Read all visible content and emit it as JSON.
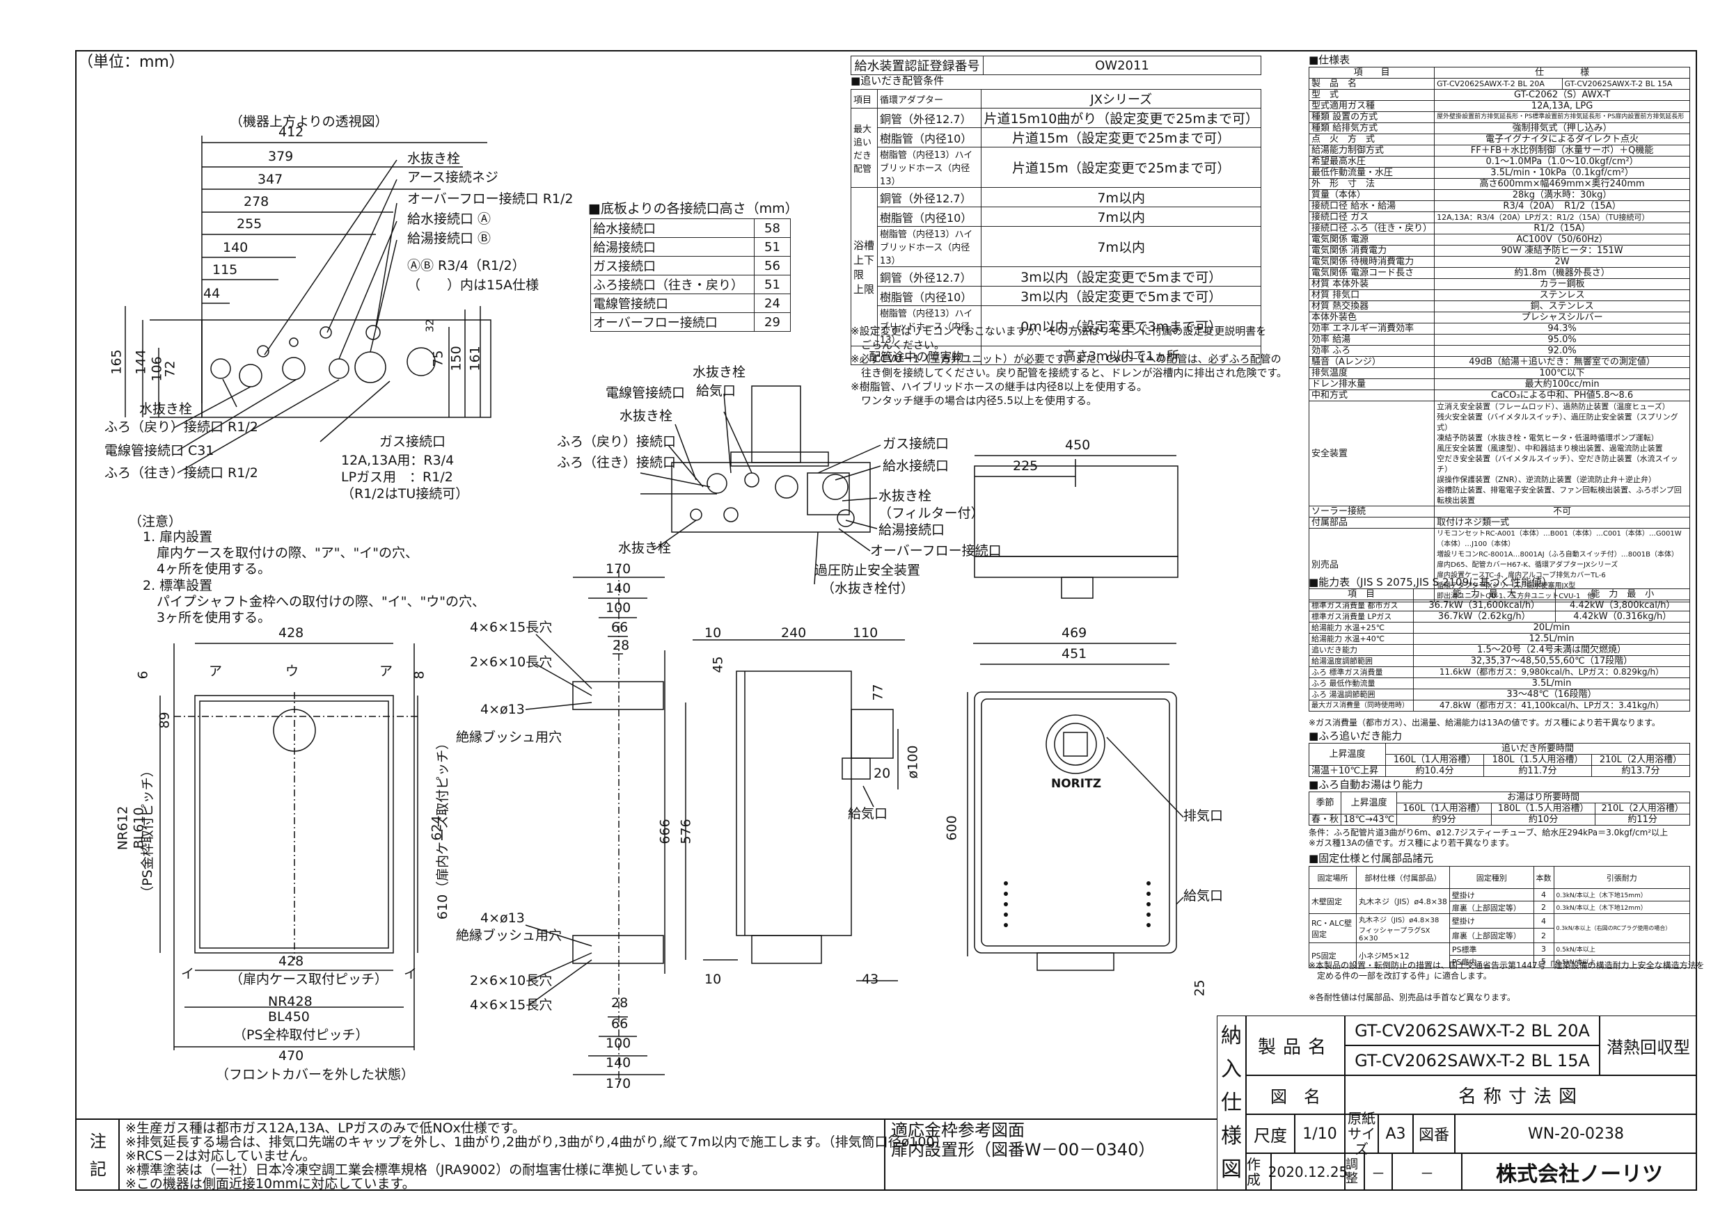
{
  "unit_label": "（単位：mm）",
  "top_view": {
    "title": "（機器上方よりの透視図）",
    "dims_h": [
      "412",
      "379",
      "347",
      "278",
      "255",
      "140",
      "115",
      "44"
    ],
    "dims_v": [
      "165",
      "144",
      "106",
      "72",
      "32",
      "75",
      "150",
      "161"
    ],
    "labels": [
      "水抜き栓",
      "アース接続ネジ",
      "オーバーフロー接続口 R1/2",
      "給水接続口 Ⓐ",
      "給湯接続口 Ⓑ",
      "ⒶⒷ R3/4（R1/2）",
      "（　　）内は15A仕様",
      "水抜き栓",
      "ふろ（戻り）接続口 R1/2",
      "電線管接続口 C31",
      "ふろ（往き）接続口 R1/2",
      "ガス接続口",
      "12A,13A用：R3/4",
      "LPガス用　：R1/2",
      "（R1/2はTU接続可）"
    ]
  },
  "notes_left": {
    "title": "（注意）",
    "lines": [
      "1. 扉内設置",
      "扉内ケースを取付けの際、\"ア\"、\"イ\"の穴、",
      "4ヶ所を使用する。",
      "2. 標準設置",
      "パイプシャフト金枠への取付けの際、\"イ\"、\"ウ\"の穴、",
      "3ヶ所を使用する。"
    ]
  },
  "bottom_heights": {
    "title": "■底板よりの各接続口高さ（mm）",
    "rows": [
      [
        "給水接続口",
        "58"
      ],
      [
        "給湯接続口",
        "51"
      ],
      [
        "ガス接続口",
        "56"
      ],
      [
        "ふろ接続口（往き・戻り）",
        "51"
      ],
      [
        "電線管接続口",
        "24"
      ],
      [
        "オーバーフロー接続口",
        "29"
      ]
    ]
  },
  "oidaki": {
    "reg_label": "給水装置認証登録番号",
    "reg_value": "OW2011",
    "title": "■追いだき配管条件",
    "header": [
      "項目",
      "循環アダプター",
      "JXシリーズ"
    ],
    "rows": [
      [
        "最大追いだき配管",
        "銅管（外径12.7）",
        "片道15m10曲がり（設定変更で25mまで可）"
      ],
      [
        "",
        "樹脂管（内径10）",
        "片道15m（設定変更で25mまで可）"
      ],
      [
        "",
        "樹脂管（内径13）ハイブリッドホース（内径13）",
        "片道15m（設定変更で25mまで可）"
      ],
      [
        "浴槽上下限 上限",
        "銅管（外径12.7）",
        "7m以内"
      ],
      [
        "",
        "樹脂管（内径10）",
        "7m以内"
      ],
      [
        "",
        "樹脂管（内径13）ハイブリッドホース（内径13）",
        "7m以内"
      ],
      [
        "下限",
        "銅管（外径12.7）",
        "3m以内（設定変更で5mまで可）"
      ],
      [
        "",
        "樹脂管（内径10）",
        "3m以内（設定変更で5mまで可）"
      ],
      [
        "",
        "樹脂管（内径13）ハイブリッドホース（内径13）",
        "0m以内（設定変更で3mまで可）"
      ],
      [
        "配管途中の障害物",
        "",
        "高さ3m以内で1ヵ所"
      ]
    ],
    "notes": [
      "※設定変更はリモコンでおこないますが、その方法はリモコンに付属の設定変更説明書を",
      "　ごらんください。",
      "※必ずCVU－1（三方弁ユニット）が必要です。また、CVU－1への配管は、必ずふろ配管の",
      "　往き側を接続してください。戻り配管を接続すると、ドレンが浴槽内に排出され危険です。",
      "※樹脂管、ハイブリッドホースの継手は内径8以上を使用する。",
      "　ワンタッチ継手の場合は内径5.5以上を使用する。"
    ]
  },
  "front_labels": [
    "水抜き栓",
    "給気口",
    "電線管接続口",
    "水抜き栓",
    "ふろ（戻り）接続口",
    "ふろ（往き）接続口",
    "ガス接続口",
    "給水接続口",
    "水抜き栓",
    "（フィルター付）",
    "給湯接続口",
    "水抜き栓",
    "オーバーフロー接続口",
    "過圧防止安全装置",
    "（水抜き栓付）"
  ],
  "top_right_dims": [
    "450",
    "225"
  ],
  "case_view": {
    "dims": [
      "428",
      "6",
      "8",
      "89",
      "NR612",
      "BL610",
      "（PS金枠取付ピッチ）",
      "610（扉内ケース取付ピッチ）",
      "624",
      "428",
      "（扉内ケース取付ピッチ）",
      "NR428",
      "BL450",
      "（PS全枠取付ピッチ）",
      "470",
      "（フロントカバーを外した状態）"
    ],
    "marks": [
      "ア",
      "ウ",
      "ア",
      "イ",
      "イ"
    ]
  },
  "bracket_view": {
    "dims": [
      "170",
      "140",
      "100",
      "66",
      "28",
      "28",
      "66",
      "100",
      "140",
      "170"
    ],
    "labels": [
      "4×6×15長穴",
      "2×6×10長穴",
      "4×ø13",
      "絶縁ブッシュ用穴",
      "4×ø13",
      "絶縁ブッシュ用穴",
      "2×6×10長穴",
      "4×6×15長穴"
    ]
  },
  "side_view": {
    "dims": [
      "10",
      "240",
      "110",
      "45",
      "77",
      "ø100",
      "20",
      "666",
      "576",
      "10",
      "43"
    ],
    "labels": [
      "給気口"
    ]
  },
  "front_view": {
    "dims": [
      "469",
      "451",
      "600",
      "25"
    ],
    "labels": [
      "排気口",
      "給気口"
    ],
    "brand": "NORITZ"
  },
  "spec": {
    "title": "■仕様表",
    "header": [
      "項　　目",
      "仕　　　　様"
    ],
    "models": [
      "GT-CV2062SAWX-T-2 BL 20A",
      "GT-CV2062SAWX-T-2 BL 15A"
    ],
    "rows": [
      [
        "製　品　名",
        "GT-CV2062SAWX-T-2 BL 20A | GT-CV2062SAWX-T-2 BL 15A"
      ],
      [
        "型　式",
        "GT-C2062（S）AWX-T"
      ],
      [
        "型式適用ガス種",
        "12A,13A, LPG"
      ],
      [
        "種類 設置の方式",
        "屋外壁掛設置前方排気延長形・PS標準設置前方排気延長形・PS扉内設置前方排気延長形"
      ],
      [
        "種類 給排気方式",
        "強制排気式（押し込み）"
      ],
      [
        "点　火　方　式",
        "電子イグナイタによるダイレクト点火"
      ],
      [
        "給湯能力制御方式",
        "FF＋FB＋水比例制御（水量サーボ）＋Q機能"
      ],
      [
        "希望最高水圧",
        "0.1～1.0MPa（1.0～10.0kgf/cm²）"
      ],
      [
        "最低作動流量・水圧",
        "3.5L/min・10kPa（0.1kgf/cm²）"
      ],
      [
        "外　形　寸　法",
        "高さ600mm×幅469mm×奥行240mm"
      ],
      [
        "質量（本体）",
        "28kg（満水時：30kg）"
      ],
      [
        "接続口径 給水・給湯",
        "R3/4（20A）　R1/2（15A）"
      ],
      [
        "接続口径 ガス",
        "12A,13A：R3/4（20A）LPガス：R1/2（15A）（TU接続可）"
      ],
      [
        "接続口径 ふろ（往き・戻り）",
        "R1/2（15A）"
      ],
      [
        "電気関係 電源",
        "AC100V（50/60Hz）"
      ],
      [
        "電気関係 消費電力",
        "90W 凍結予防ヒータ：151W"
      ],
      [
        "電気関係 待機時消費電力",
        "2W"
      ],
      [
        "電気関係 電源コード長さ",
        "約1.8m（機器外長さ）"
      ],
      [
        "材質 本体外装",
        "カラー鋼板"
      ],
      [
        "材質 排気口",
        "ステンレス"
      ],
      [
        "材質 熱交換器",
        "銅、ステンレス"
      ],
      [
        "本体外装色",
        "プレシャスシルバー"
      ],
      [
        "効率 エネルギー消費効率",
        "94.3%"
      ],
      [
        "効率 給湯",
        "95.0%"
      ],
      [
        "効率 ふろ",
        "92.0%"
      ],
      [
        "騒音（Aレンジ）",
        "49dB（給湯＋追いだき：無響室での測定値）"
      ],
      [
        "排気温度",
        "100℃以下"
      ],
      [
        "ドレン排水量",
        "最大約100cc/min"
      ],
      [
        "中和方式",
        "CaCO₃による中和、PH値5.8～8.6"
      ],
      [
        "安全装置",
        "立消え安全装置（フレームロッド）、過熱防止装置（温度ヒューズ）|残火安全装置（バイメタルスイッチ）、過圧防止安全装置（スプリング式）|凍結予防装置（水抜き栓・電気ヒータ・低温時循環ポンプ運転）|風圧安全装置（風速型）、中和器詰まり検出装置、過電流防止装置|空だき安全装置（バイメタルスイッチ）、空だき防止装置（水流スイッチ）|誤操作保護装置（ZNR）、逆流防止装置（逆流防止弁＋逆止弁）|浴槽防止装置、排電電子安全装置、ファン回転検出装置、ふろポンプ回転検出装置"
      ],
      [
        "ソーラー接続",
        "不可"
      ],
      [
        "付属部品",
        "取付けネジ類一式"
      ],
      [
        "別売品",
        "リモコンセットRC-A001（本体）…B001（本体）…C001（本体）…G001W（本体）…J100（本体）|増設リモコンRC-8001A…8001AJ（ふろ自動スイッチ付）…8001B（本体）|扉内D65、配管カバーH67-K、循環アダプターJXシリーズ|扉内設置ケースTC-4、扉内アルコーブ排気カバーTL-6|循環アダプターJXシリーズ、高水梗塞用JX型|即出湯ユニットQU-1、三方弁ユニットCVU-1　他"
      ]
    ]
  },
  "capacity": {
    "title": "■能力表（JIS S 2075,JIS S 2109に基づく性能値）",
    "header": [
      "項　目",
      "能　力　最　大",
      "能　力　最　小"
    ],
    "rows": [
      [
        "標準ガス消費量 都市ガス",
        "36.7kW（31,600kcal/h）",
        "4.42kW（3,800kcal/h）"
      ],
      [
        "標準ガス消費量 LPガス",
        "36.7kW（2.62kg/h）",
        "4.42kW（0.316kg/h）"
      ],
      [
        "給湯能力 水温+25℃",
        "20L/min",
        ""
      ],
      [
        "給湯能力 水温+40℃",
        "12.5L/min",
        ""
      ],
      [
        "追いだき能力",
        "1.5～20号（2.4号未満は間欠燃焼）",
        ""
      ],
      [
        "給湯温度調節範囲",
        "32,35,37～48,50,55,60℃（17段階）",
        ""
      ],
      [
        "ふろ 標準ガス消費量",
        "11.6kW（都市ガス：9,980kcal/h、LPガス：0.829kg/h）",
        ""
      ],
      [
        "ふろ 最低作動流量",
        "3.5L/min",
        ""
      ],
      [
        "ふろ 湯温調節範囲",
        "33～48℃（16段階）",
        ""
      ],
      [
        "最大ガス消費量（同時使用時）",
        "47.8kW（都市ガス：41,100kcal/h、LPガス：3.41kg/h）",
        ""
      ]
    ],
    "note": "※ガス消費量（都市ガス）、出湯量、給湯能力は13Aの値です。ガス種により若干異なります。"
  },
  "oidaki_time": {
    "title": "■ふろ追いだき能力",
    "header": [
      "上昇温度",
      "追いだき所要時間"
    ],
    "cols": [
      "160L（1人用浴槽）",
      "180L（1.5人用浴槽）",
      "210L（2人用浴槽）"
    ],
    "row": [
      "湯温＋10℃上昇",
      "約10.4分",
      "約11.7分",
      "約13.7分"
    ]
  },
  "auto_fill": {
    "title": "■ふろ自動お湯はり能力",
    "header": [
      "季節",
      "上昇温度",
      "お湯はり所要時間"
    ],
    "cols": [
      "160L（1人用浴槽）",
      "180L（1.5人用浴槽）",
      "210L（2人用浴槽）"
    ],
    "row": [
      "春・秋",
      "18℃→43℃",
      "約9分",
      "約10分",
      "約11分"
    ],
    "notes": [
      "条件：ふろ配管片道3曲がり6m、ø12.7ジスティーチューブ、給水圧294kPa＝3.0kgf/cm²以上",
      "※ガス種13Aの値です。ガス種により若干異なります。"
    ]
  },
  "fixing": {
    "title": "■固定仕様と付属部品諸元",
    "header": [
      "固定場所",
      "部材仕様（付属部品）",
      "固定種別",
      "本数",
      "引張耐力"
    ],
    "rows": [
      [
        "木壁固定",
        "丸木ネジ（JIS）ø4.8×38",
        "壁掛け",
        "4",
        "0.3kN/本以上（木下地15mm）"
      ],
      [
        "",
        "",
        "扉裏（上部固定等）",
        "2",
        "0.3kN/本以上（木下地12mm）"
      ],
      [
        "RC・ALC壁固定",
        "丸木ネジ（JIS）ø4.8×38 フィッシャープラグSX 6×30",
        "壁掛け",
        "4",
        "0.3kN/本以上（右図のRCプラグ使用の場合）"
      ],
      [
        "",
        "",
        "扉裏（上部固定等）",
        "2",
        ""
      ],
      [
        "PS固定",
        "小ネジM5×12",
        "PS標準",
        "3",
        "0.5kN/本以上"
      ],
      [
        "",
        "",
        "PS扉内",
        "5",
        "0.5kN/本以上"
      ]
    ],
    "notes": [
      "※本製品の設置・転倒防止の措置は、国土交通省告示第1447号「建築設備の構造耐力上安全な構造方法を",
      "　定める件の一部を改訂する件」に適合します。",
      "※各耐性値は付属部品、別売品は手首など異なります。"
    ]
  },
  "bottom_notes": {
    "label": "注記",
    "lines": [
      "※生産ガス種は都市ガス12A,13A、LPガスのみで低NOx仕様です。",
      "※排気延長する場合は、排気口先端のキャップを外し、1曲がり,2曲がり,3曲がり,4曲がり,縦て7m以内で施工します。（排気筒口径ø100）",
      "※RCS－2は対応していません。",
      "※標準塗装は（一社）日本冷凍空調工業会標準規格（JRA9002）の耐塩害仕様に準拠しています。",
      "※この機器は側面近接10mmに対応しています。"
    ],
    "ref_title": "適応金枠参考図面",
    "ref_value": "扉内設置形（図番W－00－0340）"
  },
  "title_block": {
    "side_label": [
      "納",
      "入",
      "仕",
      "様",
      "図"
    ],
    "product_label": "製品名",
    "product_names": [
      "GT-CV2062SAWX-T-2 BL 20A",
      "GT-CV2062SAWX-T-2 BL 15A"
    ],
    "type_label": "潜熱回収型",
    "drawing_label": "図　名",
    "drawing_name": "名称寸法図",
    "scale_label": "尺度",
    "scale_value": "1/10",
    "paper_label": "原紙サイズ",
    "paper_value": "A3",
    "number_label": "図番",
    "number_value": "WN-20-0238",
    "made_label": "作成",
    "made_date": "2020.12.25",
    "adj_label": "調整",
    "adj_value1": "－",
    "adj_value2": "－",
    "company": "株式会社ノーリツ"
  }
}
